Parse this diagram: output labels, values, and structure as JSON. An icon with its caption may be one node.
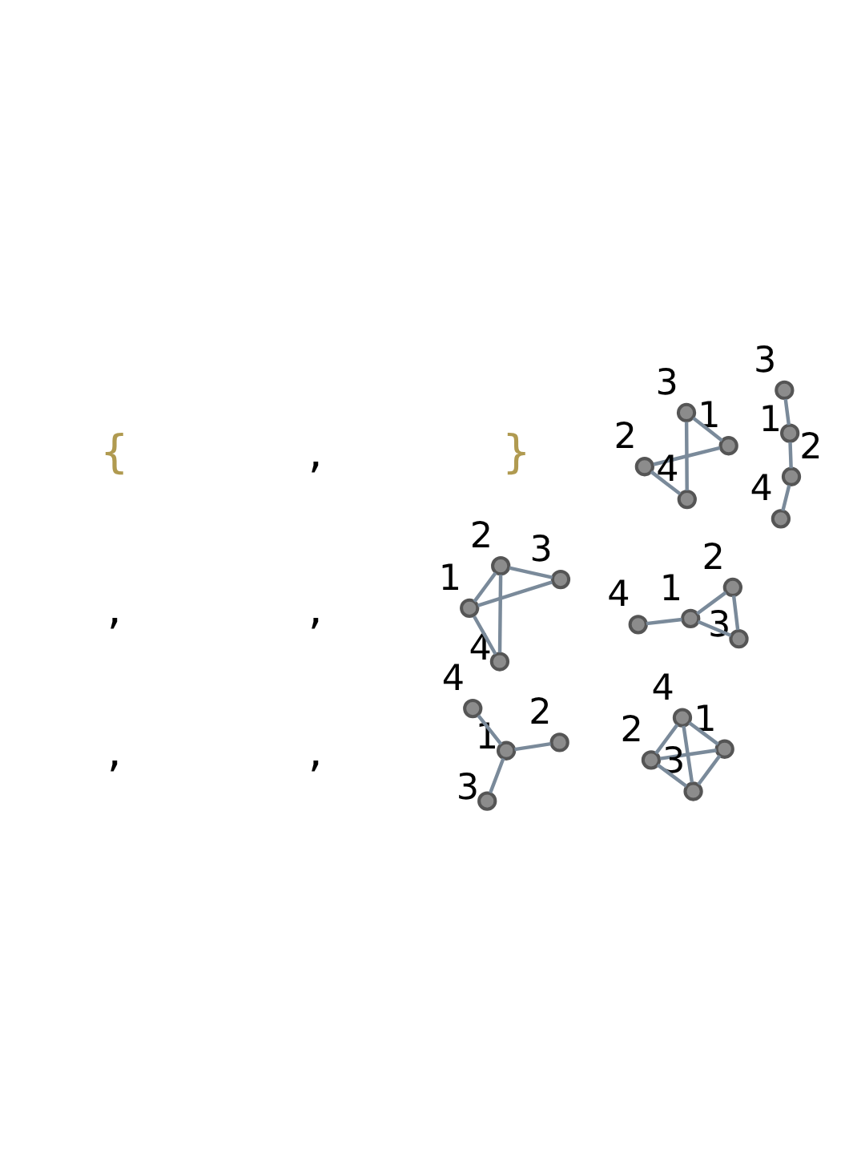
{
  "diagram": {
    "nodes": [
      {
        "text": [],
        "shape": "circle",
        "beside": [
          "1"
        ]
      },
      {
        "text": [],
        "shape": "circle",
        "beside": [
          "2"
        ]
      },
      {
        "text": [],
        "shape": "circle",
        "beside": [
          "3"
        ]
      },
      {
        "text": [],
        "shape": "circle",
        "beside": [
          "4"
        ]
      },
      {
        "text": [],
        "shape": "circle",
        "beside": [
          "4"
        ]
      },
      {
        "text": [],
        "shape": "circle",
        "beside": [
          "2"
        ]
      },
      {
        "text": [],
        "shape": "circle",
        "beside": [
          "1"
        ]
      },
      {
        "text": [],
        "shape": "circle",
        "beside": [
          "3"
        ]
      },
      {
        "text": [],
        "shape": "circle",
        "beside": [
          "4"
        ]
      },
      {
        "text": [],
        "shape": "circle",
        "beside": [
          "1"
        ]
      },
      {
        "text": [],
        "shape": "circle",
        "beside": [
          "3"
        ]
      },
      {
        "text": [],
        "shape": "circle",
        "beside": [
          "2"
        ]
      },
      {
        "text": [],
        "shape": "circle",
        "beside": [
          "2"
        ]
      },
      {
        "text": [],
        "shape": "circle",
        "beside": [
          "1"
        ]
      },
      {
        "text": [],
        "shape": "circle",
        "beside": [
          "4"
        ]
      },
      {
        "text": [],
        "shape": "circle",
        "beside": [
          "3"
        ]
      },
      {
        "text": [],
        "shape": "circle",
        "beside": [
          "1"
        ]
      },
      {
        "text": [],
        "shape": "circle",
        "beside": [
          "3"
        ]
      },
      {
        "text": [],
        "shape": "circle",
        "beside": [
          "4"
        ]
      },
      {
        "text": [],
        "shape": "circle",
        "beside": [
          "2"
        ]
      },
      {
        "text": [],
        "shape": "circle",
        "beside": [
          "2"
        ]
      },
      {
        "text": [],
        "shape": "circle",
        "beside": [
          "1"
        ]
      },
      {
        "text": [],
        "shape": "circle",
        "beside": [
          "3"
        ]
      },
      {
        "text": [],
        "shape": "circle",
        "beside": [
          "4"
        ]
      }
    ],
    "edges": [
      {
        "from": 0,
        "to": 1,
        "arrow": "none"
      },
      {
        "from": 0,
        "to": 2,
        "arrow": "none"
      },
      {
        "from": 0,
        "to": 3,
        "arrow": "none"
      },
      {
        "from": 4,
        "to": 5,
        "arrow": "none"
      },
      {
        "from": 5,
        "to": 6,
        "arrow": "none"
      },
      {
        "from": 6,
        "to": 7,
        "arrow": "none"
      },
      {
        "from": 8,
        "to": 9,
        "arrow": "none"
      },
      {
        "from": 9,
        "to": 10,
        "arrow": "none"
      },
      {
        "from": 9,
        "to": 11,
        "arrow": "none"
      },
      {
        "from": 10,
        "to": 11,
        "arrow": "none"
      },
      {
        "from": 12,
        "to": 13,
        "arrow": "none"
      },
      {
        "from": 12,
        "to": 14,
        "arrow": "none"
      },
      {
        "from": 13,
        "to": 15,
        "arrow": "none"
      },
      {
        "from": 15,
        "to": 14,
        "arrow": "none"
      },
      {
        "from": 16,
        "to": 17,
        "arrow": "none"
      },
      {
        "from": 16,
        "to": 18,
        "arrow": "none"
      },
      {
        "from": 16,
        "to": 19,
        "arrow": "none"
      },
      {
        "from": 17,
        "to": 19,
        "arrow": "none"
      },
      {
        "from": 19,
        "to": 18,
        "arrow": "none"
      },
      {
        "from": 20,
        "to": 21,
        "arrow": "none"
      },
      {
        "from": 20,
        "to": 22,
        "arrow": "none"
      },
      {
        "from": 20,
        "to": 23,
        "arrow": "none"
      },
      {
        "from": 21,
        "to": 22,
        "arrow": "none"
      },
      {
        "from": 21,
        "to": 23,
        "arrow": "none"
      },
      {
        "from": 22,
        "to": 23,
        "arrow": "none"
      }
    ],
    "labels": [
      "{",
      ",",
      ",",
      ",",
      ",",
      ",",
      "}"
    ]
  }
}
